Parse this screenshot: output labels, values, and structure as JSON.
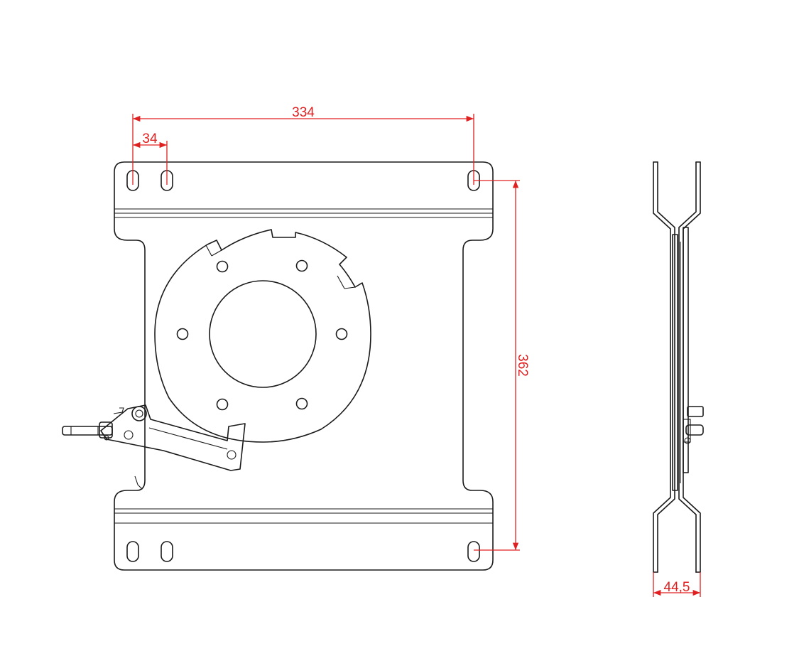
{
  "drawing": {
    "dimension_color": "#e02020",
    "line_color": "#1a1a1a",
    "dimensions": {
      "overall_hole_spacing": "334",
      "slot_pair_spacing": "34",
      "rail_spacing": "362",
      "profile_width": "44,5"
    }
  }
}
